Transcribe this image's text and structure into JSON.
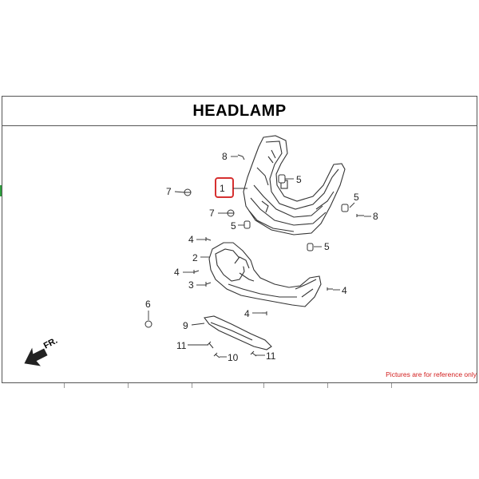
{
  "title": "HEADLAMP",
  "disclaimer": "Pictures are for reference only",
  "direction_label": "FR.",
  "colors": {
    "highlight_box": "#d63030",
    "disclaimer": "#d21d1d",
    "line": "#333333"
  },
  "callouts": {
    "c1": "1",
    "c2": "2",
    "c3": "3",
    "c4a": "4",
    "c4b": "4",
    "c4c": "4",
    "c4d": "4",
    "c5a": "5",
    "c5b": "5",
    "c5c": "5",
    "c5d": "5",
    "c6": "6",
    "c7a": "7",
    "c7b": "7",
    "c8a": "8",
    "c8b": "8",
    "c9": "9",
    "c10": "10",
    "c11a": "11",
    "c11b": "11"
  }
}
